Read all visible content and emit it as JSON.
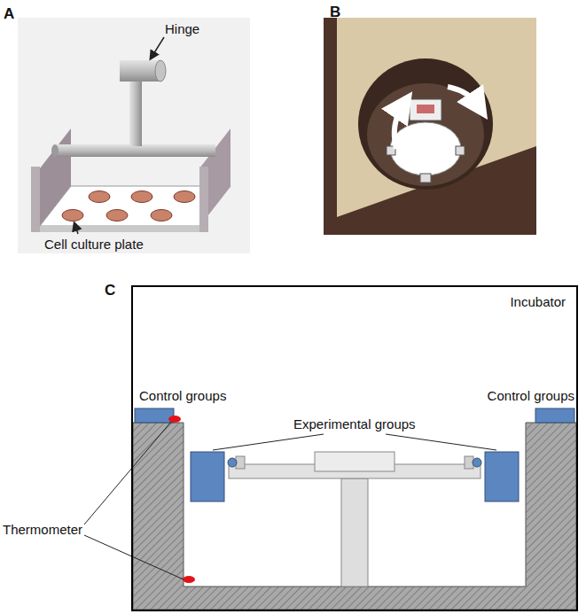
{
  "diagram": {
    "nodes": [
      {
        "text": [
          "Incubator"
        ]
      }
    ],
    "labels": [
      "A",
      "Hinge",
      "Cell culture plate",
      "B",
      "C",
      "Control groups",
      "Control groups",
      "Experimental groups",
      "Thermometer"
    ]
  }
}
